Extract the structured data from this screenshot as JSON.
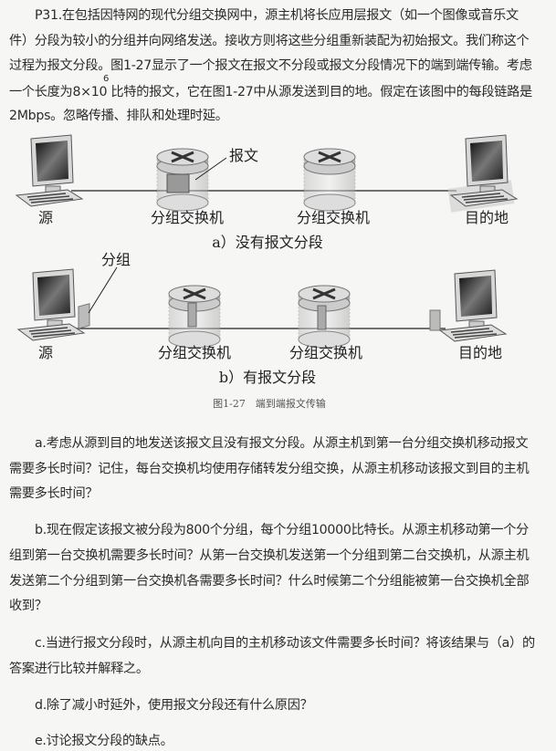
{
  "problem": {
    "intro_lines": [
      "P31.在包括因特网的现代分组交换网中，源主机将长应用层报文（如一个图像或音乐文",
      "件）分段为较小的分组并向网络发送。接收方则将这些分组重新装配为初始报文。我们称这个",
      "过程为报文分段。图1-27显示了一个报文在报文不分段或报文分段情况下的端到端传输。考虑",
      "一个长度为8×10  比特的报文，它在图1-27中从源发送到目的地。假定在该图中的每段链路是",
      "2Mbps。忽略传播、排队和处理时延。"
    ],
    "exponent": "6"
  },
  "figure": {
    "a": {
      "message_label": "报文",
      "source": "源",
      "switch1": "分组交换机",
      "switch2": "分组交换机",
      "destination": "目的地",
      "caption": "a）没有报文分段"
    },
    "b": {
      "packet_label": "分组",
      "source": "源",
      "switch1": "分组交换机",
      "switch2": "分组交换机",
      "destination": "目的地",
      "caption": "b）有报文分段"
    },
    "caption": "图1-27　端到端报文传输"
  },
  "questions": {
    "a": [
      "a.考虑从源到目的地发送该报文且没有报文分段。从源主机到第一台分组交换机移动报文",
      "需要多长时间？记住，每台交换机均使用存储转发分组交换，从源主机移动该报文到目的主机",
      "需要多长时间？"
    ],
    "b": [
      "b.现在假定该报文被分段为800个分组，每个分组10000比特长。从源主机移动第一个分",
      "组到第一台交换机需要多长时间？从第一台交换机发送第一个分组到第二台交换机，从源主机",
      "发送第二个分组到第一台交换机各需要多长时间？什么时候第二个分组能被第一台交换机全部",
      "收到？"
    ],
    "c": [
      "c.当进行报文分段时，从源主机向目的主机移动该文件需要多长时间？将该结果与（a）的",
      "答案进行比较并解释之。"
    ],
    "d": [
      "d.除了减小时延外，使用报文分段还有什么原因？"
    ],
    "e": [
      "e.讨论报文分段的缺点。"
    ]
  }
}
